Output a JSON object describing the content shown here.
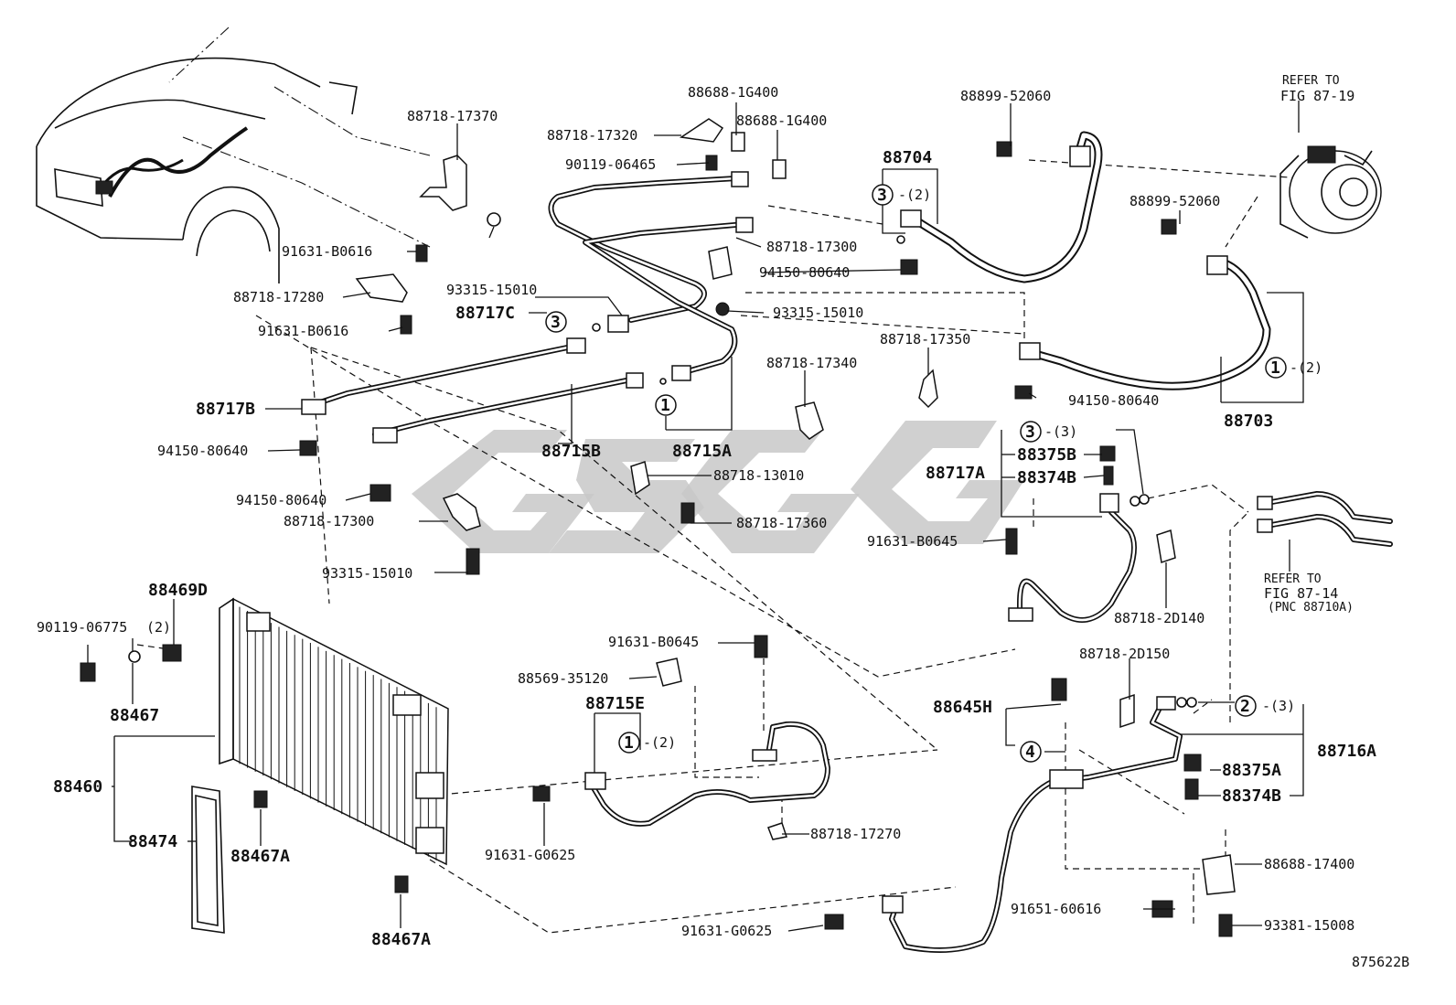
{
  "diagram": {
    "reference_notes": {
      "fig_87_19": [
        "REFER TO",
        "FIG 87-19"
      ],
      "fig_87_14": [
        "REFER TO",
        "FIG 87-14",
        "(PNC 88710A)"
      ]
    },
    "figure_code": "875622B",
    "parts": {
      "p88718_17370": "88718-17370",
      "p88688_1G400_a": "88688-1G400",
      "p88688_1G400_b": "88688-1G400",
      "p88718_17320": "88718-17320",
      "p90119_06465": "90119-06465",
      "p88899_52060_a": "88899-52060",
      "p88899_52060_b": "88899-52060",
      "p88704": "88704",
      "p91631_B0616_a": "91631-B0616",
      "p91631_B0616_b": "91631-B0616",
      "p93315_15010_a": "93315-15010",
      "p93315_15010_b": "93315-15010",
      "p93315_15010_c": "93315-15010",
      "p88718_17300_a": "88718-17300",
      "p88718_17300_b": "88718-17300",
      "p94150_80640_a": "94150-80640",
      "p94150_80640_b": "94150-80640",
      "p94150_80640_c": "94150-80640",
      "p94150_80640_d": "94150-80640",
      "p88718_17280": "88718-17280",
      "p88717C": "88717C",
      "p88718_17350": "88718-17350",
      "p88718_17340": "88718-17340",
      "p88717B": "88717B",
      "p88715B": "88715B",
      "p88715A": "88715A",
      "p88703": "88703",
      "p88375B_a": "88375B",
      "p88374B_a": "88374B",
      "p88717A": "88717A",
      "p88718_13010": "88718-13010",
      "p88718_17360": "88718-17360",
      "p91631_B0645_a": "91631-B0645",
      "p91631_B0645_b": "91631-B0645",
      "p88469D": "88469D",
      "p90119_06775": "90119-06775",
      "p88467": "88467",
      "p88718_2D140": "88718-2D140",
      "p88569_35120": "88569-35120",
      "p88715E": "88715E",
      "p88718_2D150": "88718-2D150",
      "p88645H": "88645H",
      "p88716A": "88716A",
      "p88375A": "88375A",
      "p88374B_b": "88374B",
      "p88460": "88460",
      "p88474": "88474",
      "p88467A_a": "88467A",
      "p88467A_b": "88467A",
      "p91631_G0625_a": "91631-G0625",
      "p91631_G0625_b": "91631-G0625",
      "p88718_17270": "88718-17270",
      "p88688_17400": "88688-17400",
      "p91651_60616": "91651-60616",
      "p93381_15008": "93381-15008"
    },
    "callouts": {
      "c3_88704": "3",
      "c3_88704_qty": "-(2)",
      "c3_88717C": "3",
      "c1_88715A": "1",
      "c1_88703": "1",
      "c1_88703_qty": "-(2)",
      "c3_88717A": "3",
      "c3_88717A_qty": "-(3)",
      "c1_88715E": "1",
      "c1_88715E_qty": "-(2)",
      "c2_88716A": "2",
      "c2_88716A_qty": "-(3)",
      "c4_88645H": "4",
      "qty_90119_06775": "(2)"
    }
  }
}
